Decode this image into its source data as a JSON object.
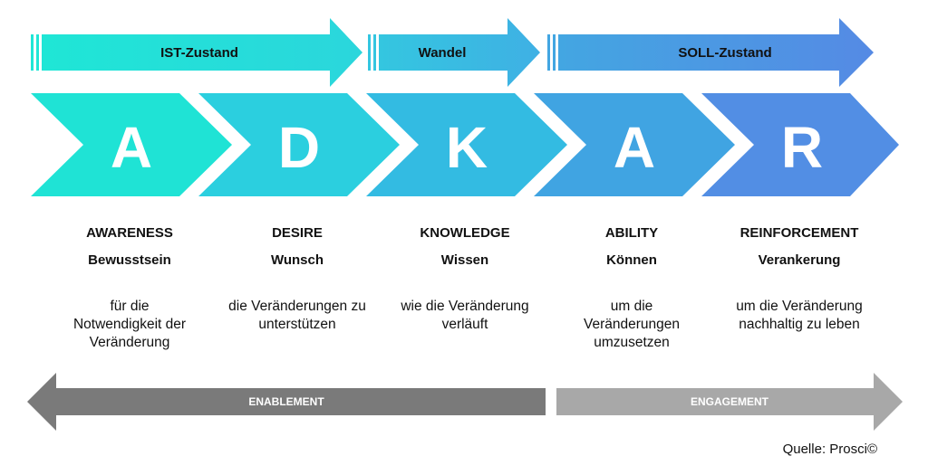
{
  "phases": [
    {
      "label": "IST-Zustand",
      "color": "#2ae0d4"
    },
    {
      "label": "Wandel",
      "color": "#3bb8e2"
    },
    {
      "label": "SOLL-Zustand",
      "color": "#4f90e2"
    }
  ],
  "steps": [
    {
      "letter": "A",
      "english": "AWARENESS",
      "german": "Bewusstsein",
      "description": "für die Notwendigkeit der Veränderung",
      "color": "#1fe3d5"
    },
    {
      "letter": "D",
      "english": "DESIRE",
      "german": "Wunsch",
      "description": "die Veränderungen zu unterstützen",
      "color": "#2bcfdf"
    },
    {
      "letter": "K",
      "english": "KNOWLEDGE",
      "german": "Wissen",
      "description": "wie die Veränderung verläuft",
      "color": "#33bbe2"
    },
    {
      "letter": "A",
      "english": "ABILITY",
      "german": "Können",
      "description": "um die Veränderungen umzusetzen",
      "color": "#40a4e2"
    },
    {
      "letter": "R",
      "english": "REINFORCEMENT",
      "german": "Verankerung",
      "description": "um die Veränderung nachhaltig zu leben",
      "color": "#528ee4"
    }
  ],
  "bottom": {
    "left": {
      "label": "ENABLEMENT",
      "color": "#7a7a7a"
    },
    "right": {
      "label": "ENGAGEMENT",
      "color": "#a8a8a8"
    }
  },
  "source": "Quelle: Prosci©"
}
